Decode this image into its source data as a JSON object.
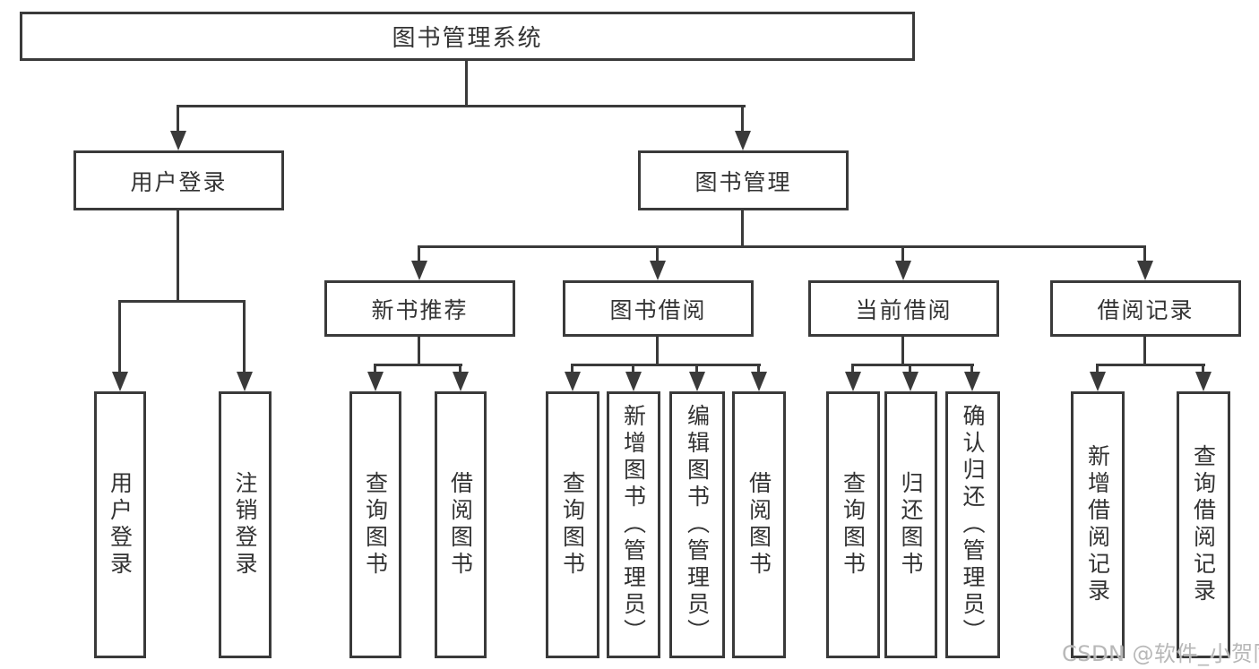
{
  "colors": {
    "line": "#3a3a3a",
    "box_border": "#3a3a3a",
    "text": "#333333",
    "background": "#ffffff",
    "watermark": "#b8b8b8"
  },
  "tree": {
    "root": {
      "label": "图书管理系统"
    },
    "branches": [
      {
        "label": "用户登录",
        "children": [
          {
            "label": "用户登录"
          },
          {
            "label": "注销登录"
          }
        ]
      },
      {
        "label": "图书管理",
        "children": [
          {
            "label": "新书推荐",
            "children": [
              {
                "label": "查询图书"
              },
              {
                "label": "借阅图书"
              }
            ]
          },
          {
            "label": "图书借阅",
            "children": [
              {
                "label": "查询图书"
              },
              {
                "label": "新增图书（管理员）"
              },
              {
                "label": "编辑图书（管理员）"
              },
              {
                "label": "借阅图书"
              }
            ]
          },
          {
            "label": "当前借阅",
            "children": [
              {
                "label": "查询图书"
              },
              {
                "label": "归还图书"
              },
              {
                "label": "确认归还（管理员）"
              }
            ]
          },
          {
            "label": "借阅记录",
            "children": [
              {
                "label": "新增借阅记录"
              },
              {
                "label": "查询借阅记录"
              }
            ]
          }
        ]
      }
    ]
  },
  "watermark": {
    "text": "CSDN @软件_小贺同学"
  }
}
